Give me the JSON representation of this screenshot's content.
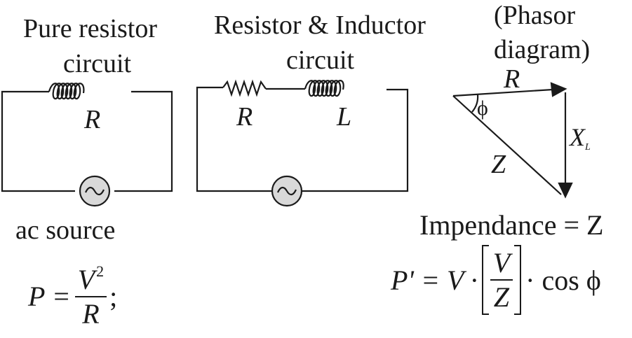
{
  "circuit1": {
    "title_line1": "Pure resistor",
    "title_line2": "circuit",
    "label": "R",
    "source_label": "ac source"
  },
  "circuit2": {
    "title_line1": "Resistor & Inductor",
    "title_line2": "circuit",
    "resistor_label": "R",
    "inductor_label": "L"
  },
  "phasor": {
    "title_line1": "(Phasor",
    "title_line2": "diagram)",
    "r_label": "R",
    "angle_label": "ϕ",
    "xl_main": "X",
    "xl_sub": "L",
    "z_label": "Z"
  },
  "impedance_text": "Impendance = Z",
  "formula1": {
    "lhs": "P =",
    "num": "V",
    "sup": "2",
    "den": "R",
    "tail": ";"
  },
  "formula2": {
    "lhs": "P' = V ·",
    "num": "V",
    "den": "Z",
    "tail": "· cos ϕ"
  },
  "source_symbol": "~"
}
